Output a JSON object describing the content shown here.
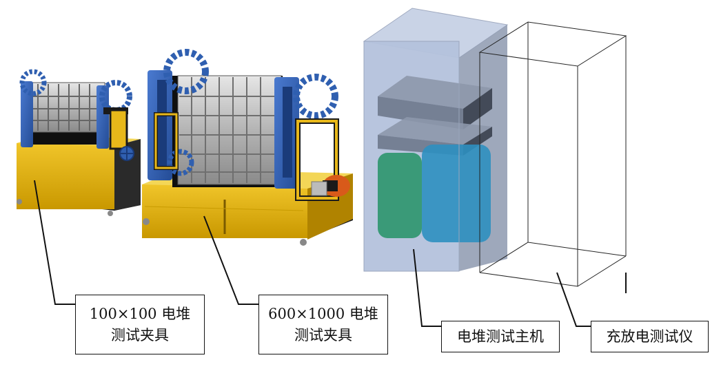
{
  "labels": {
    "fixture_small": {
      "line1": "100×100 电堆",
      "line2": "测试夹具"
    },
    "fixture_large": {
      "line1": "600×1000 电堆",
      "line2": "测试夹具"
    },
    "host": {
      "line1": "电堆测试主机"
    },
    "tester": {
      "line1": "充放电测试仪"
    }
  },
  "colors": {
    "frame_blue": "#2f5fb0",
    "base_yellow": "#e8b81a",
    "cabinet_blue": "#b4c2dc",
    "module_green": "#3a9a78",
    "module_blue": "#2e8fc0",
    "motor_orange": "#d85a1a"
  }
}
